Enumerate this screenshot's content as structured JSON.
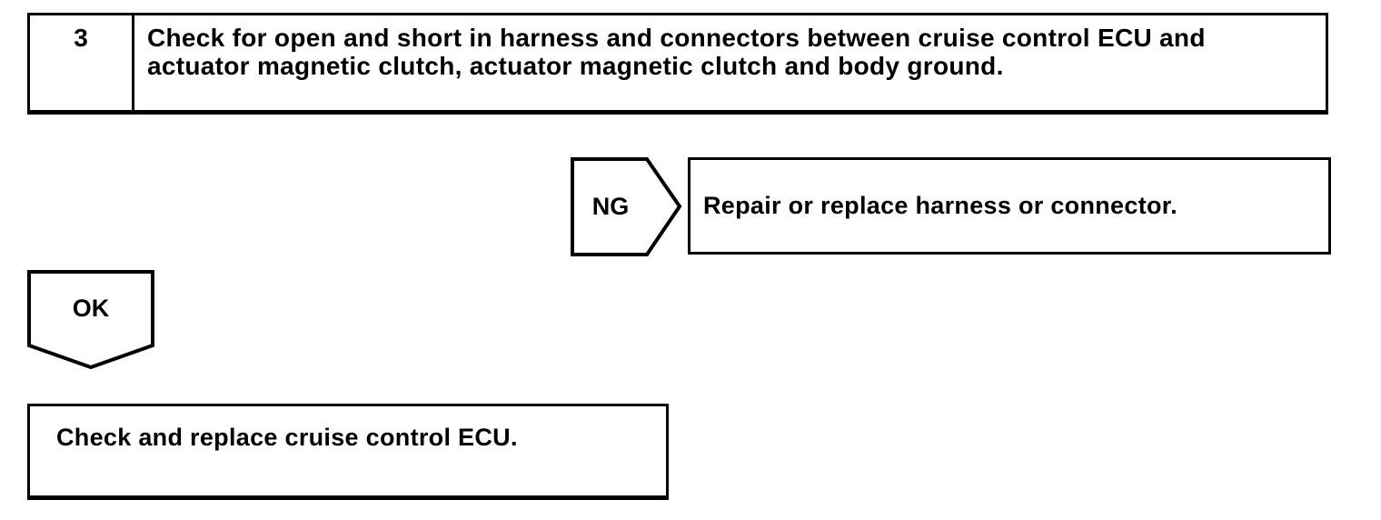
{
  "diagram": {
    "type": "troubleshooting-flowchart",
    "step": {
      "number": "3",
      "instruction": "Check for open and short in harness and connectors between cruise control ECU and actuator magnetic clutch, actuator magnetic clutch and body ground."
    },
    "ng_branch": {
      "label": "NG",
      "action": "Repair or replace harness or connector."
    },
    "ok_branch": {
      "label": "OK",
      "action": "Check and replace cruise control ECU."
    },
    "colors": {
      "line": "#000000",
      "background": "#ffffff"
    }
  }
}
